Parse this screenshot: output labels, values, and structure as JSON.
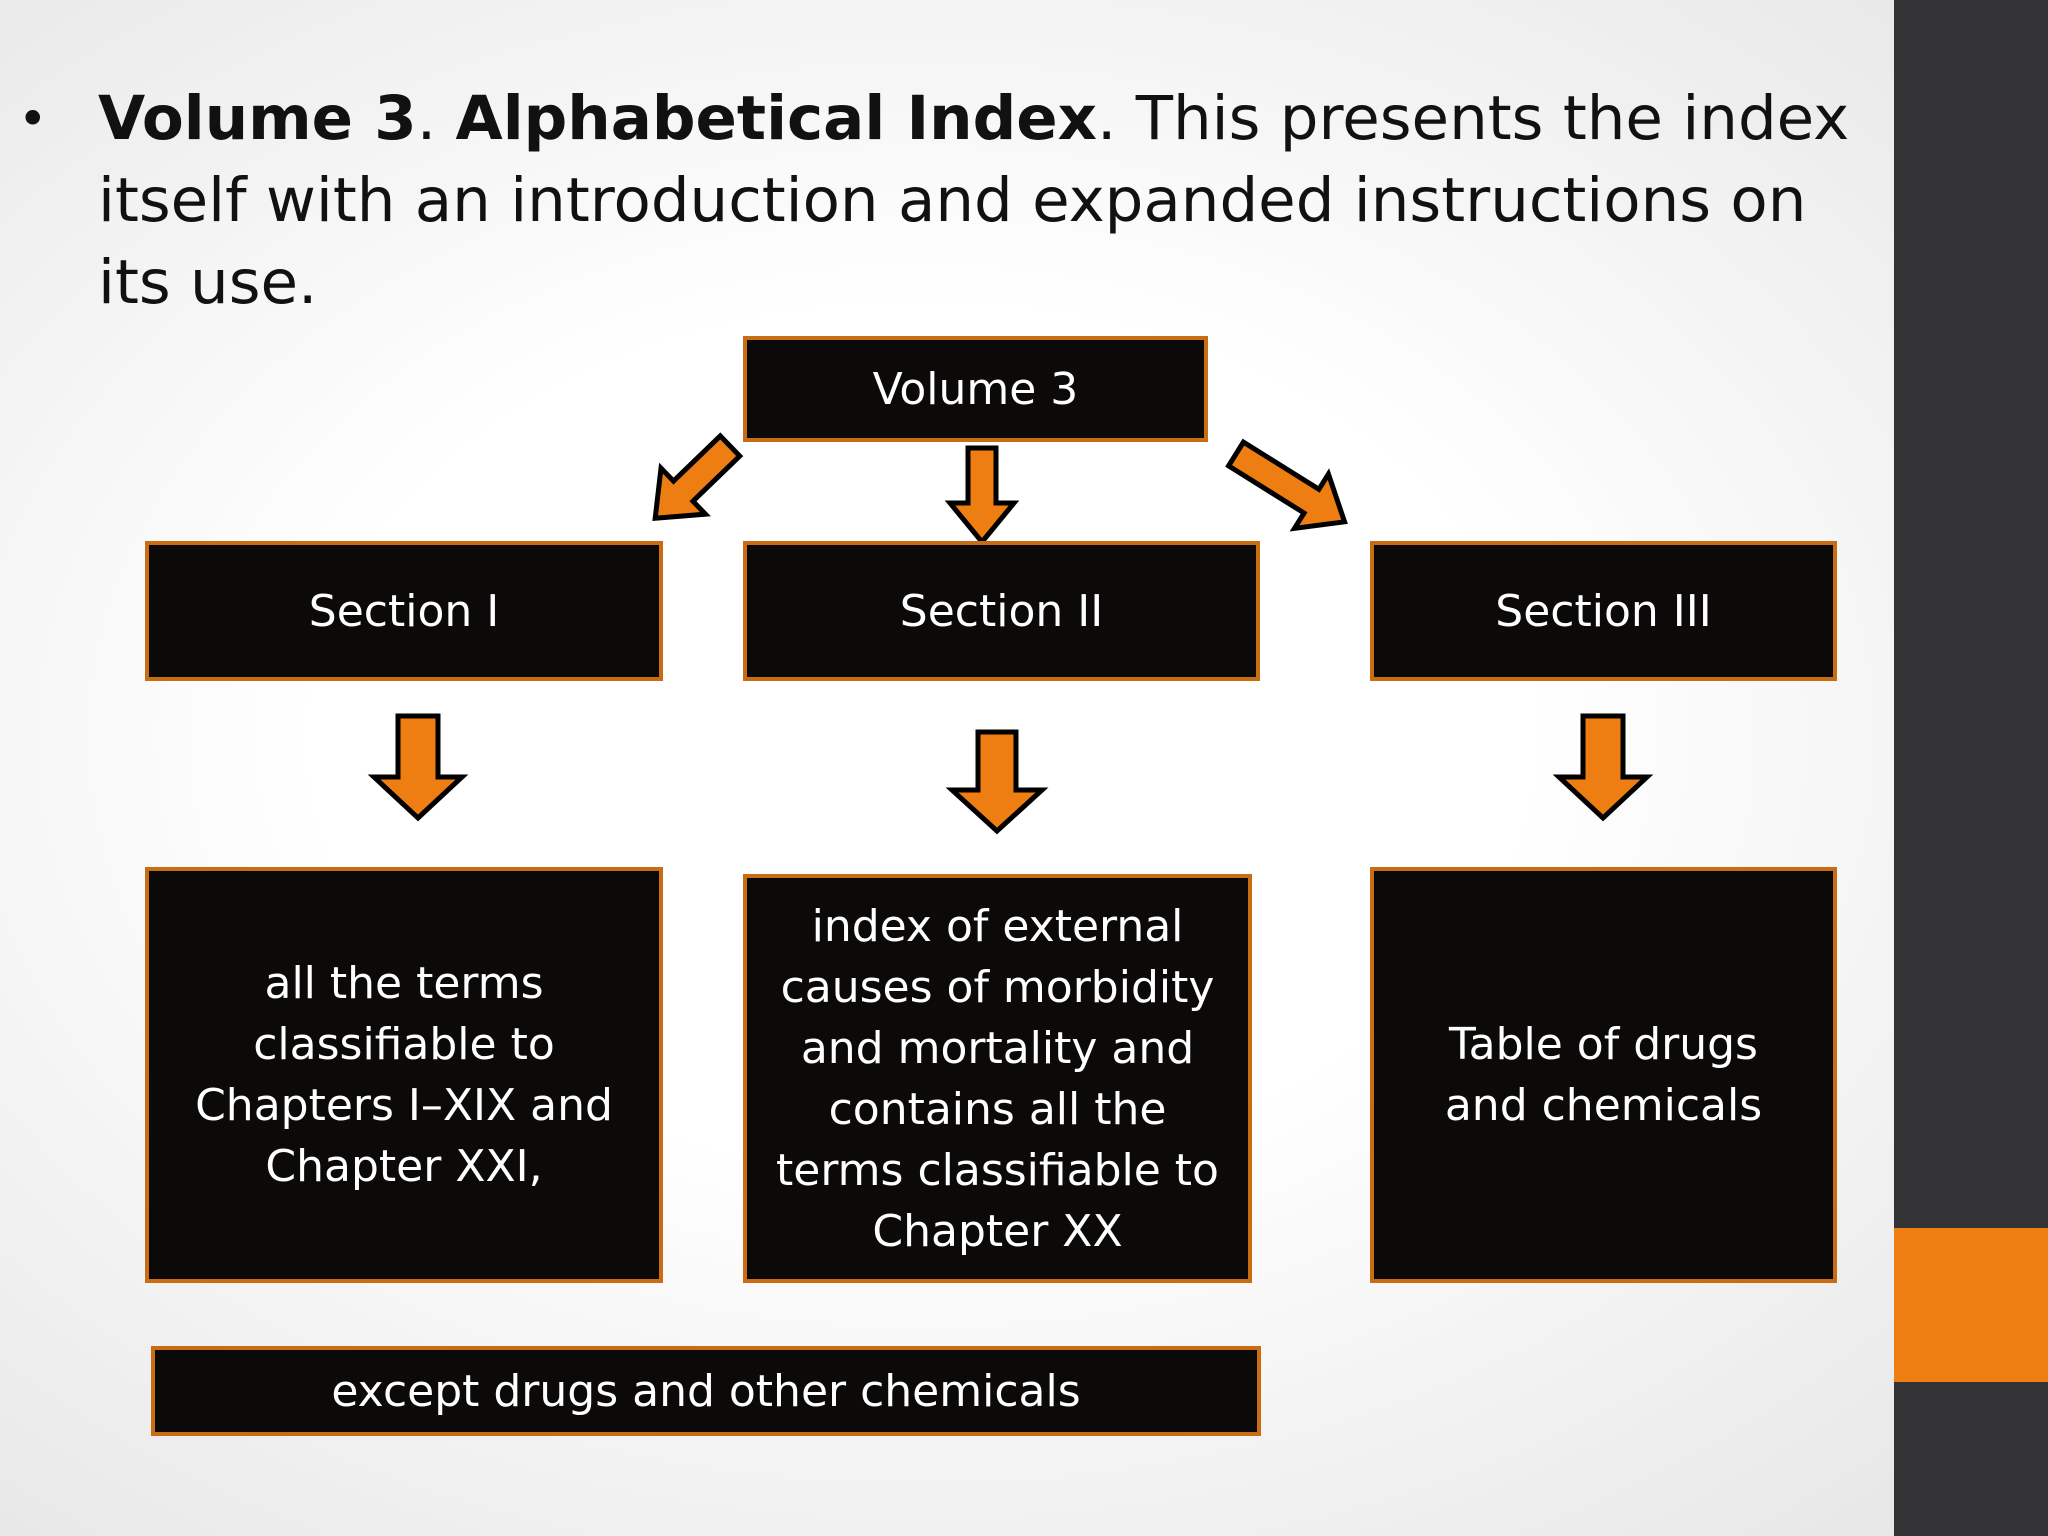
{
  "slide": {
    "bullet": "•",
    "title_bold_1": "Volume 3",
    "title_sep": ". ",
    "title_bold_2": "Alphabetical Index",
    "title_rest": ". This presents the index itself with an introduction and expanded instructions on its use."
  },
  "diagram": {
    "root": "Volume 3",
    "sections": [
      {
        "label": "Section I",
        "detail": "all the terms classifiable to Chapters I–XIX and Chapter XXI,"
      },
      {
        "label": "Section II",
        "detail": "index of external causes of morbidity and mortality  and contains all the terms classifiable to Chapter XX"
      },
      {
        "label": "Section III",
        "detail": "Table of drugs and chemicals"
      }
    ],
    "footnote": "except drugs and other chemicals"
  },
  "colors": {
    "accent": "#ee7d12",
    "box_fill": "#0b0a08",
    "box_border": "#c86d14",
    "sidebar": "#333335"
  }
}
